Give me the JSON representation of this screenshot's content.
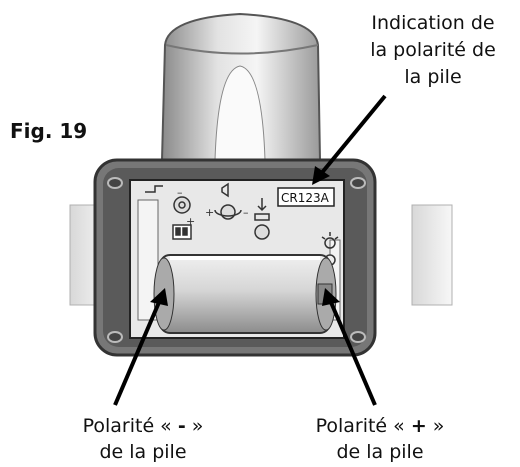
{
  "figure": {
    "label": "Fig. 19"
  },
  "callouts": {
    "polarity_indication": [
      "Indication de",
      "la polarité de",
      "la pile"
    ],
    "negative": {
      "prefix": "Polarité « ",
      "sign": "-",
      "suffix": " »",
      "line2": "de la pile"
    },
    "positive": {
      "prefix": "Polarité « ",
      "sign": "+",
      "suffix": " »",
      "line2": "de la pile"
    }
  },
  "device": {
    "battery_marking": "CR123A",
    "colors": {
      "frame": "#5a5a5a",
      "housing": "#e4e4e4",
      "cap": "#bdbdbd",
      "battery": "#c9c9c9"
    }
  }
}
